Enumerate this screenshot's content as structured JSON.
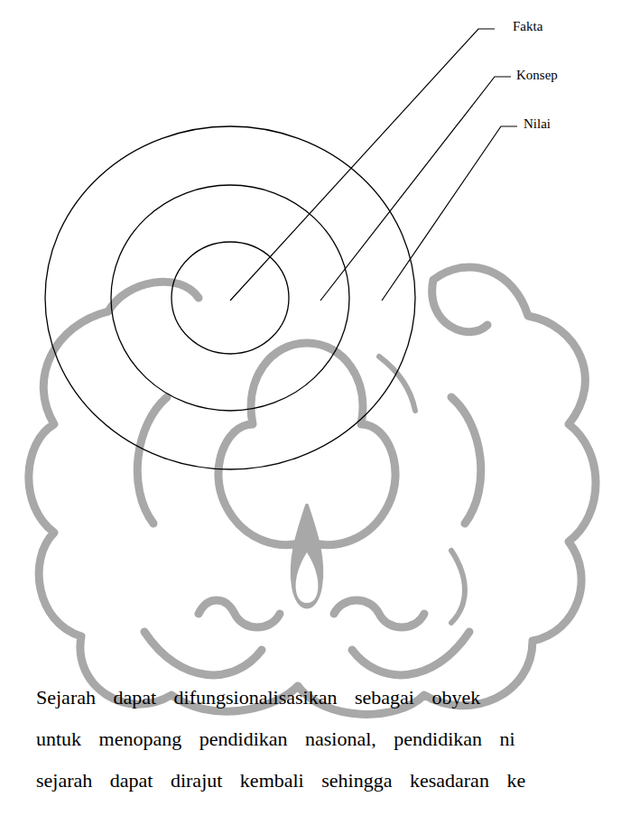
{
  "diagram": {
    "labels": [
      "Fakta",
      "Konsep",
      "Nilai",
      "Sejarah dapat difungsionalisasikan sebagai obyek",
      "untuk menopang pendidikan nasional, pendidikan ni",
      "sejarah dapat dirajut kembali sehingga kesadaran ke"
    ]
  }
}
